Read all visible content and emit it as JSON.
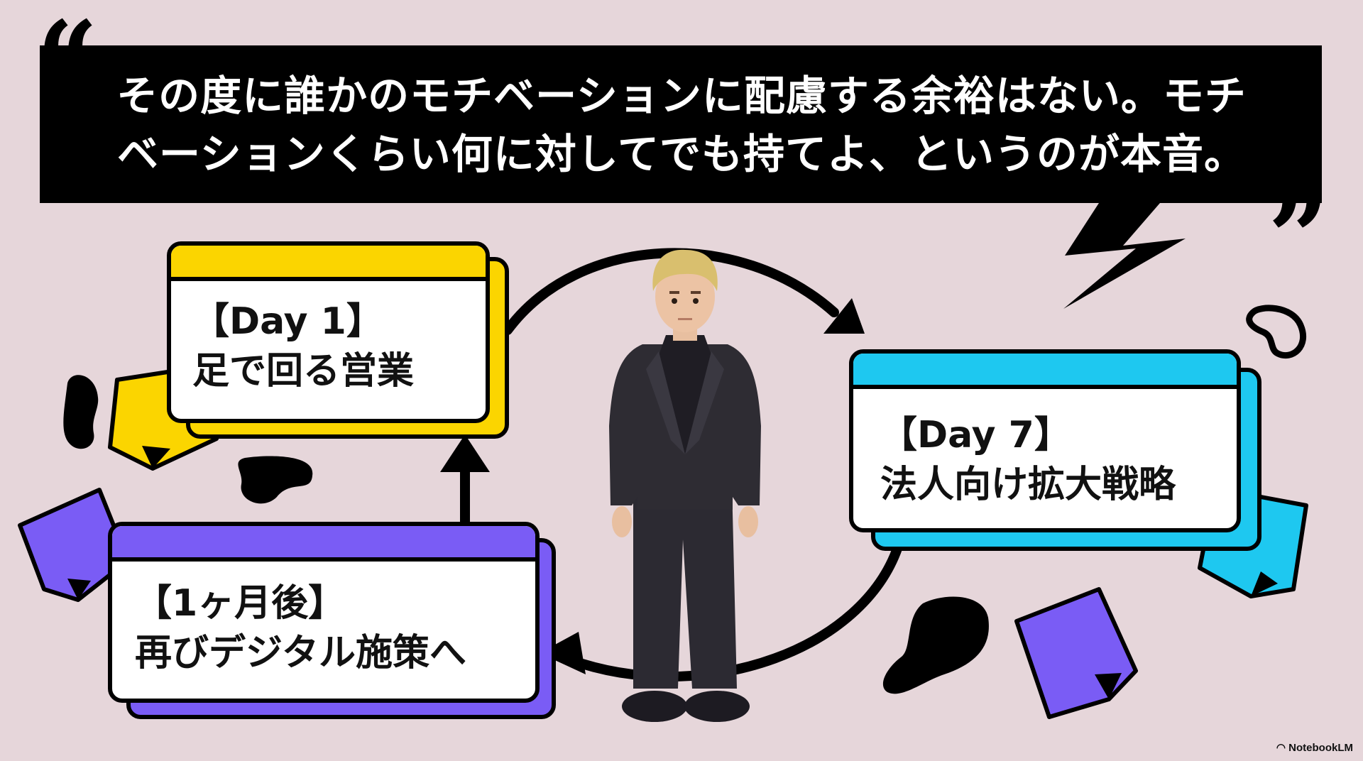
{
  "quote": {
    "line1": "その度に誰かのモチベーションに配慮する余裕はない。モチ",
    "line2": "ベーションくらい何に対してでも持てよ、というのが本音。",
    "open_mark": "“",
    "close_mark": "”"
  },
  "cards": [
    {
      "title": "【Day 1】",
      "subtitle": "足で回る営業",
      "color": "#fbd500"
    },
    {
      "title": "【Day 7】",
      "subtitle": "法人向け拡大戦略",
      "color": "#1ec8f0"
    },
    {
      "title": "【1ヶ月後】",
      "subtitle": "再びデジタル施策へ",
      "color": "#7a5cf5"
    }
  ],
  "colors": {
    "background": "#e6d6da",
    "ink": "#000000",
    "yellow": "#fbd500",
    "cyan": "#1ec8f0",
    "purple": "#7a5cf5"
  },
  "watermark": "NotebookLM"
}
